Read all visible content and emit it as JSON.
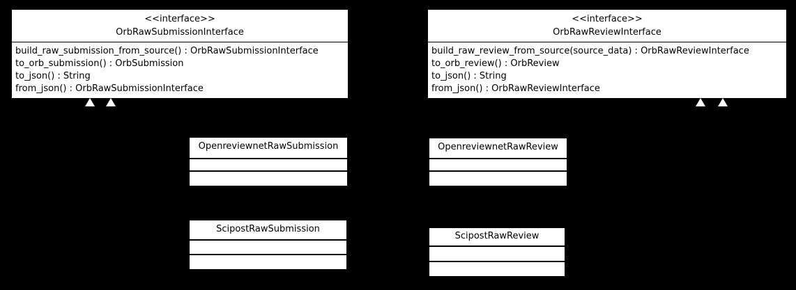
{
  "diagram_type": "uml-class-diagram",
  "colors": {
    "background": "#000000",
    "node_fill": "#ffffff",
    "node_text": "#000000",
    "divider": "#000000",
    "arrowhead": "#ffffff"
  },
  "interfaces": [
    {
      "stereotype": "<<interface>>",
      "name": "OrbRawSubmissionInterface",
      "methods": [
        "build_raw_submission_from_source() : OrbRawSubmissionInterface",
        "to_orb_submission() : OrbSubmission",
        "to_json() : String",
        "from_json() : OrbRawSubmissionInterface"
      ]
    },
    {
      "stereotype": "<<interface>>",
      "name": "OrbRawReviewInterface",
      "methods": [
        "build_raw_review_from_source(source_data) : OrbRawReviewInterface",
        "to_orb_review() : OrbReview",
        "to_json() : String",
        "from_json() : OrbRawReviewInterface"
      ]
    }
  ],
  "classes": [
    {
      "name": "OpenreviewnetRawSubmission",
      "attributes": [],
      "methods": []
    },
    {
      "name": "OpenreviewnetRawReview",
      "attributes": [],
      "methods": []
    },
    {
      "name": "ScipostRawSubmission",
      "attributes": [],
      "methods": []
    },
    {
      "name": "ScipostRawReview",
      "attributes": [],
      "methods": []
    }
  ],
  "arrowheads": {
    "style": "triangle-up",
    "count": 4,
    "placement": "two below each interface node"
  }
}
